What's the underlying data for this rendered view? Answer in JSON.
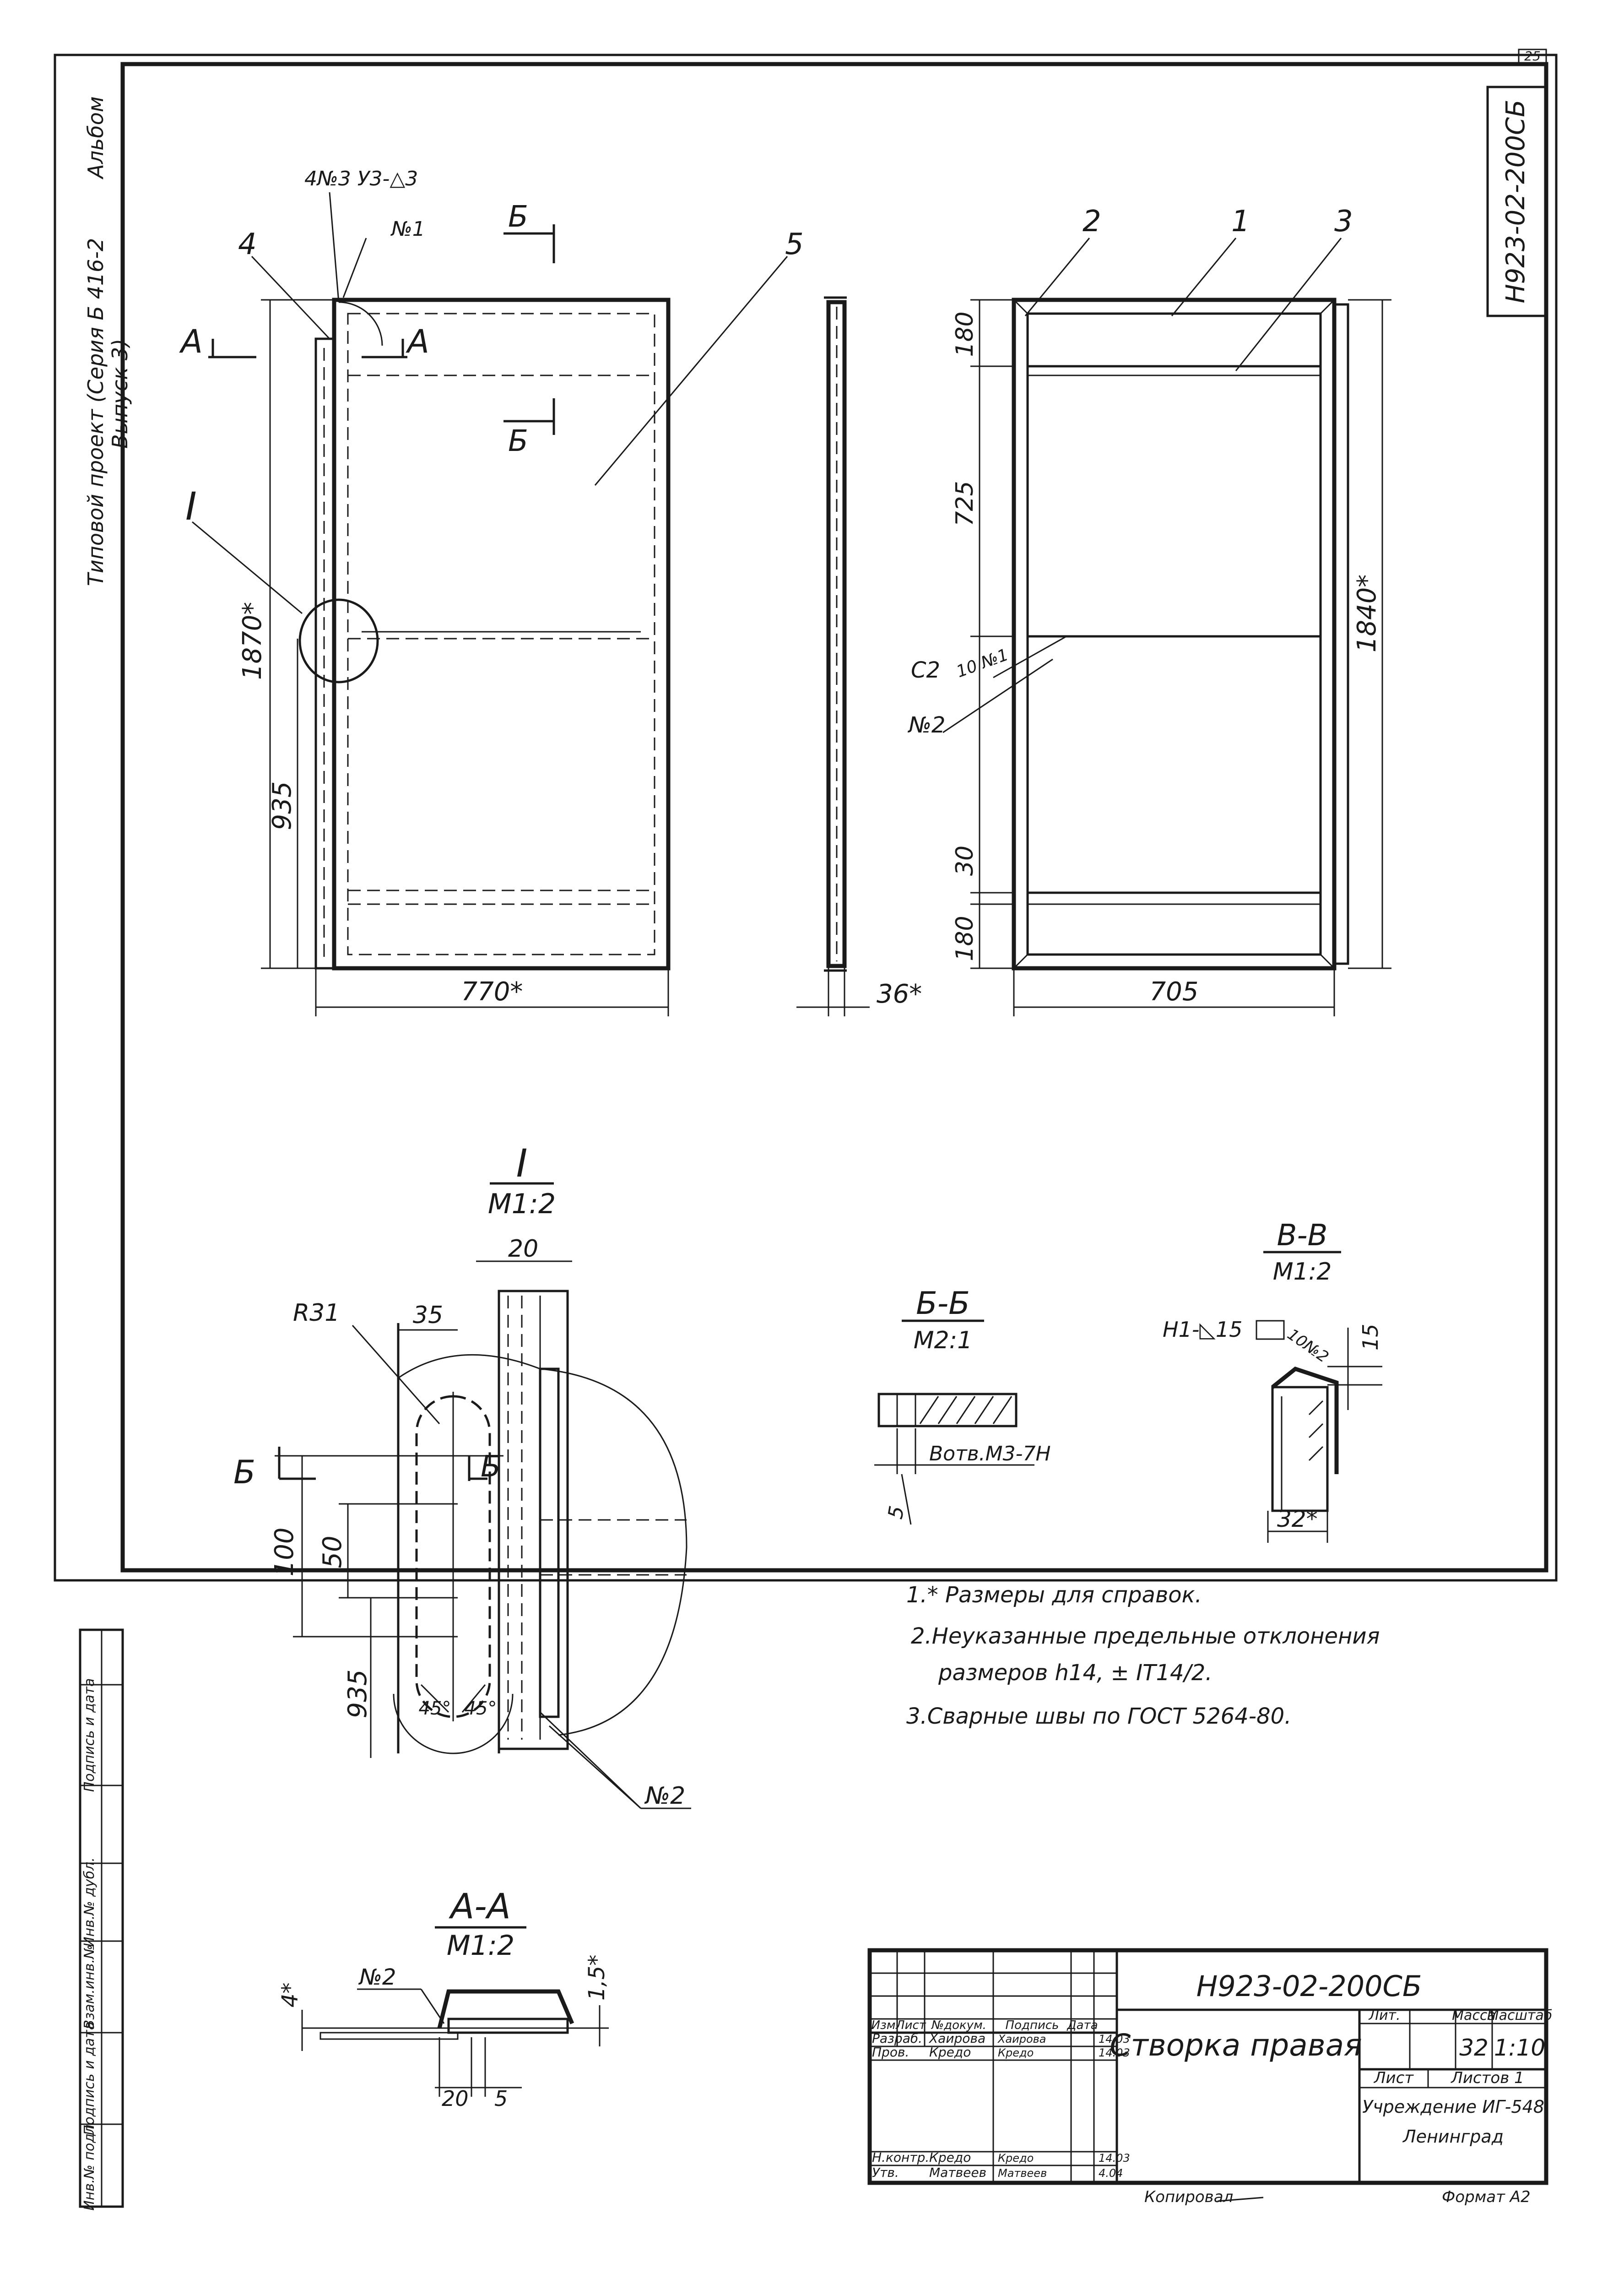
{
  "sheet": {
    "sheet_no": "25",
    "doc_code_vertical": "Н923-02-200СБ",
    "album": "Альбом",
    "project_line1": "Типовой проект (Серия Б 416-2",
    "project_line2": "Выпуск 3)"
  },
  "left_strip": [
    "Инв.№ подл.",
    "Подпись и дата",
    "Взам.инв.№",
    "Инв.№ дубл.",
    "Подпись и дата"
  ],
  "front_view": {
    "labels": {
      "p4": "4",
      "p5": "5",
      "sec_a": "А",
      "sec_b": "Б",
      "detail": "I",
      "weld": "4№3 У3-△3",
      "weld_no": "№1"
    },
    "dims": {
      "height": "1870*",
      "half_height": "935",
      "width": "770*"
    }
  },
  "side_view": {
    "dims": {
      "thickness": "36*"
    }
  },
  "back_view": {
    "labels": {
      "p1": "1",
      "p2": "2",
      "p3": "3",
      "c2": "С2",
      "c2_weld": "10 №1",
      "weld2": "№2"
    },
    "dims": {
      "top": "180",
      "upper": "725",
      "height": "1840*",
      "gap": "30",
      "bottom": "180",
      "width": "705"
    }
  },
  "detail_i": {
    "title": "I",
    "scale": "М1:2",
    "labels": {
      "radius": "R31",
      "b_left": "Б",
      "b_right": "Б",
      "weld2": "№2"
    },
    "dims": {
      "d20": "20",
      "d35": "35",
      "d100": "100",
      "d50": "50",
      "d935": "935",
      "a1": "45°",
      "a2": "45°"
    }
  },
  "section_bb": {
    "title": "Б-Б",
    "scale": "М2:1",
    "hole": "Вотв.М3-7Н",
    "dim": "5"
  },
  "section_vv": {
    "title": "В-В",
    "scale": "М1:2",
    "weld": "Н1-◺15",
    "weld2": "10№2",
    "dim15": "15",
    "dim32": "32*"
  },
  "section_aa": {
    "title": "А-А",
    "scale": "М1:2",
    "weld": "№2",
    "d4": "4*",
    "d15": "1,5*",
    "d20": "20",
    "d5": "5"
  },
  "notes": [
    "1.* Размеры для справок.",
    "2.Неуказанные предельные отклонения",
    "размеров h14, ± IT14/2.",
    "3.Сварные швы по ГОСТ 5264-80."
  ],
  "title_block": {
    "doc_code": "Н923-02-200СБ",
    "title": "Створка правая",
    "headers": {
      "izm": "Изм",
      "list": "Лист",
      "doc": "№докум.",
      "sign": "Подпись",
      "date": "Дата"
    },
    "col_lit": "Лит.",
    "col_mass": "Масса",
    "col_scale": "Масштаб",
    "mass": "32",
    "scale": "1:10",
    "sheet": "Лист",
    "sheets": "Листов 1",
    "org": "Учреждение ИГ-548",
    "city": "Ленинград",
    "rows": [
      {
        "role": "Разраб.",
        "name": "Хаирова",
        "sign": "Хаирова",
        "date": "14.03"
      },
      {
        "role": "Пров.",
        "name": "Кредо",
        "sign": "Кредо",
        "date": "14.03"
      },
      {
        "role": "Н.контр.",
        "name": "Кредо",
        "sign": "Кредо",
        "date": "14.03"
      },
      {
        "role": "Утв.",
        "name": "Матвеев",
        "sign": "Матвеев",
        "date": "4.04"
      }
    ],
    "copied": "Копировал",
    "format": "Формат А2"
  }
}
